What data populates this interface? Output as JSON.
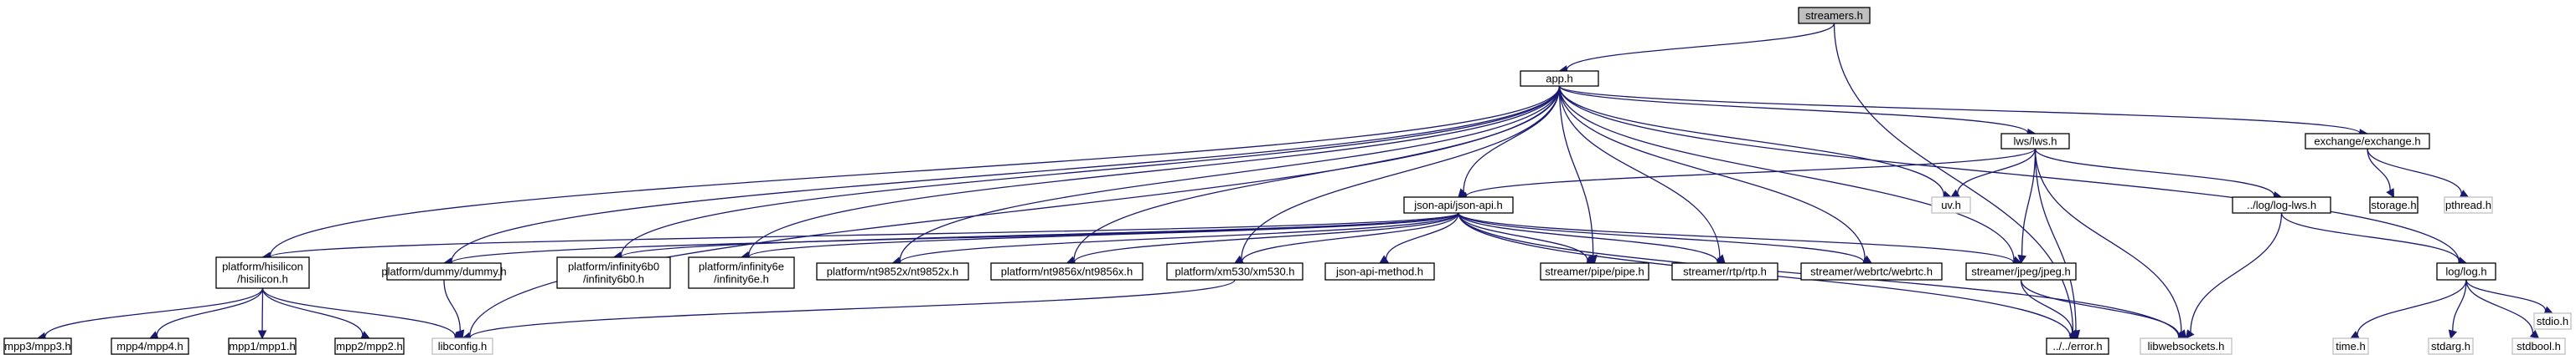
{
  "diagram": {
    "nodes": [
      {
        "id": "streamers",
        "lines": [
          "streamers.h"
        ],
        "kind": "hl"
      },
      {
        "id": "app",
        "lines": [
          "app.h"
        ],
        "kind": "doc"
      },
      {
        "id": "error",
        "lines": [
          "../../error.h"
        ],
        "kind": "doc"
      },
      {
        "id": "hisilicon",
        "lines": [
          "platform/hisilicon",
          "/hisilicon.h"
        ],
        "kind": "doc"
      },
      {
        "id": "libconfig",
        "lines": [
          "libconfig.h"
        ],
        "kind": "ext"
      },
      {
        "id": "dummy",
        "lines": [
          "platform/dummy/dummy.h"
        ],
        "kind": "doc"
      },
      {
        "id": "infinity6b0",
        "lines": [
          "platform/infinity6b0",
          "/infinity6b0.h"
        ],
        "kind": "doc"
      },
      {
        "id": "infinity6e",
        "lines": [
          "platform/infinity6e",
          "/infinity6e.h"
        ],
        "kind": "doc"
      },
      {
        "id": "jsonapi",
        "lines": [
          "json-api/json-api.h"
        ],
        "kind": "doc"
      },
      {
        "id": "nt9852x",
        "lines": [
          "platform/nt9852x/nt9852x.h"
        ],
        "kind": "doc"
      },
      {
        "id": "nt9856x",
        "lines": [
          "platform/nt9856x/nt9856x.h"
        ],
        "kind": "doc"
      },
      {
        "id": "xm530",
        "lines": [
          "platform/xm530/xm530.h"
        ],
        "kind": "doc"
      },
      {
        "id": "pipe",
        "lines": [
          "streamer/pipe/pipe.h"
        ],
        "kind": "doc"
      },
      {
        "id": "rtp",
        "lines": [
          "streamer/rtp/rtp.h"
        ],
        "kind": "doc"
      },
      {
        "id": "webrtc",
        "lines": [
          "streamer/webrtc/webrtc.h"
        ],
        "kind": "doc"
      },
      {
        "id": "jpeg",
        "lines": [
          "streamer/jpeg/jpeg.h"
        ],
        "kind": "doc"
      },
      {
        "id": "uv",
        "lines": [
          "uv.h"
        ],
        "kind": "ext"
      },
      {
        "id": "lws",
        "lines": [
          "lws/lws.h"
        ],
        "kind": "doc"
      },
      {
        "id": "exchange",
        "lines": [
          "exchange/exchange.h"
        ],
        "kind": "doc"
      },
      {
        "id": "loglog",
        "lines": [
          "log/log.h"
        ],
        "kind": "doc"
      },
      {
        "id": "loglws",
        "lines": [
          "../log/log-lws.h"
        ],
        "kind": "doc"
      },
      {
        "id": "libwebsockets",
        "lines": [
          "libwebsockets.h"
        ],
        "kind": "ext"
      },
      {
        "id": "storage",
        "lines": [
          "storage.h"
        ],
        "kind": "doc"
      },
      {
        "id": "pthread",
        "lines": [
          "pthread.h"
        ],
        "kind": "ext"
      },
      {
        "id": "jsonapimethod",
        "lines": [
          "json-api-method.h"
        ],
        "kind": "doc"
      },
      {
        "id": "mpp3",
        "lines": [
          "mpp3/mpp3.h"
        ],
        "kind": "doc"
      },
      {
        "id": "mpp4",
        "lines": [
          "mpp4/mpp4.h"
        ],
        "kind": "doc"
      },
      {
        "id": "mpp1",
        "lines": [
          "mpp1/mpp1.h"
        ],
        "kind": "doc"
      },
      {
        "id": "mpp2",
        "lines": [
          "mpp2/mpp2.h"
        ],
        "kind": "doc"
      },
      {
        "id": "time",
        "lines": [
          "time.h"
        ],
        "kind": "ext"
      },
      {
        "id": "stdarg",
        "lines": [
          "stdarg.h"
        ],
        "kind": "ext"
      },
      {
        "id": "stdbool",
        "lines": [
          "stdbool.h"
        ],
        "kind": "ext"
      },
      {
        "id": "stdio",
        "lines": [
          "stdio.h"
        ],
        "kind": "ext"
      }
    ],
    "edges": [
      [
        "streamers",
        "app"
      ],
      [
        "streamers",
        "error"
      ],
      [
        "app",
        "hisilicon"
      ],
      [
        "app",
        "libconfig"
      ],
      [
        "app",
        "dummy"
      ],
      [
        "app",
        "infinity6b0"
      ],
      [
        "app",
        "infinity6e"
      ],
      [
        "app",
        "jsonapi"
      ],
      [
        "app",
        "nt9852x"
      ],
      [
        "app",
        "nt9856x"
      ],
      [
        "app",
        "xm530"
      ],
      [
        "app",
        "pipe"
      ],
      [
        "app",
        "rtp"
      ],
      [
        "app",
        "webrtc"
      ],
      [
        "app",
        "jpeg"
      ],
      [
        "app",
        "uv"
      ],
      [
        "app",
        "lws"
      ],
      [
        "app",
        "exchange"
      ],
      [
        "app",
        "loglog"
      ],
      [
        "lws",
        "jsonapi"
      ],
      [
        "lws",
        "uv"
      ],
      [
        "lws",
        "jpeg"
      ],
      [
        "lws",
        "error"
      ],
      [
        "lws",
        "libwebsockets"
      ],
      [
        "lws",
        "loglws"
      ],
      [
        "exchange",
        "storage"
      ],
      [
        "exchange",
        "pthread"
      ],
      [
        "jsonapi",
        "hisilicon"
      ],
      [
        "jsonapi",
        "dummy"
      ],
      [
        "jsonapi",
        "infinity6b0"
      ],
      [
        "jsonapi",
        "infinity6e"
      ],
      [
        "jsonapi",
        "nt9852x"
      ],
      [
        "jsonapi",
        "nt9856x"
      ],
      [
        "jsonapi",
        "xm530"
      ],
      [
        "jsonapi",
        "jsonapimethod"
      ],
      [
        "jsonapi",
        "pipe"
      ],
      [
        "jsonapi",
        "rtp"
      ],
      [
        "jsonapi",
        "webrtc"
      ],
      [
        "jsonapi",
        "jpeg"
      ],
      [
        "jsonapi",
        "error"
      ],
      [
        "jsonapi",
        "libwebsockets"
      ],
      [
        "hisilicon",
        "mpp3"
      ],
      [
        "hisilicon",
        "mpp4"
      ],
      [
        "hisilicon",
        "mpp1"
      ],
      [
        "hisilicon",
        "mpp2"
      ],
      [
        "hisilicon",
        "libconfig"
      ],
      [
        "dummy",
        "libconfig"
      ],
      [
        "xm530",
        "libconfig"
      ],
      [
        "jpeg",
        "error"
      ],
      [
        "jpeg",
        "libwebsockets"
      ],
      [
        "loglws",
        "libwebsockets"
      ],
      [
        "loglws",
        "loglog"
      ],
      [
        "loglog",
        "time"
      ],
      [
        "loglog",
        "stdarg"
      ],
      [
        "loglog",
        "stdbool"
      ],
      [
        "loglog",
        "stdio"
      ]
    ]
  }
}
